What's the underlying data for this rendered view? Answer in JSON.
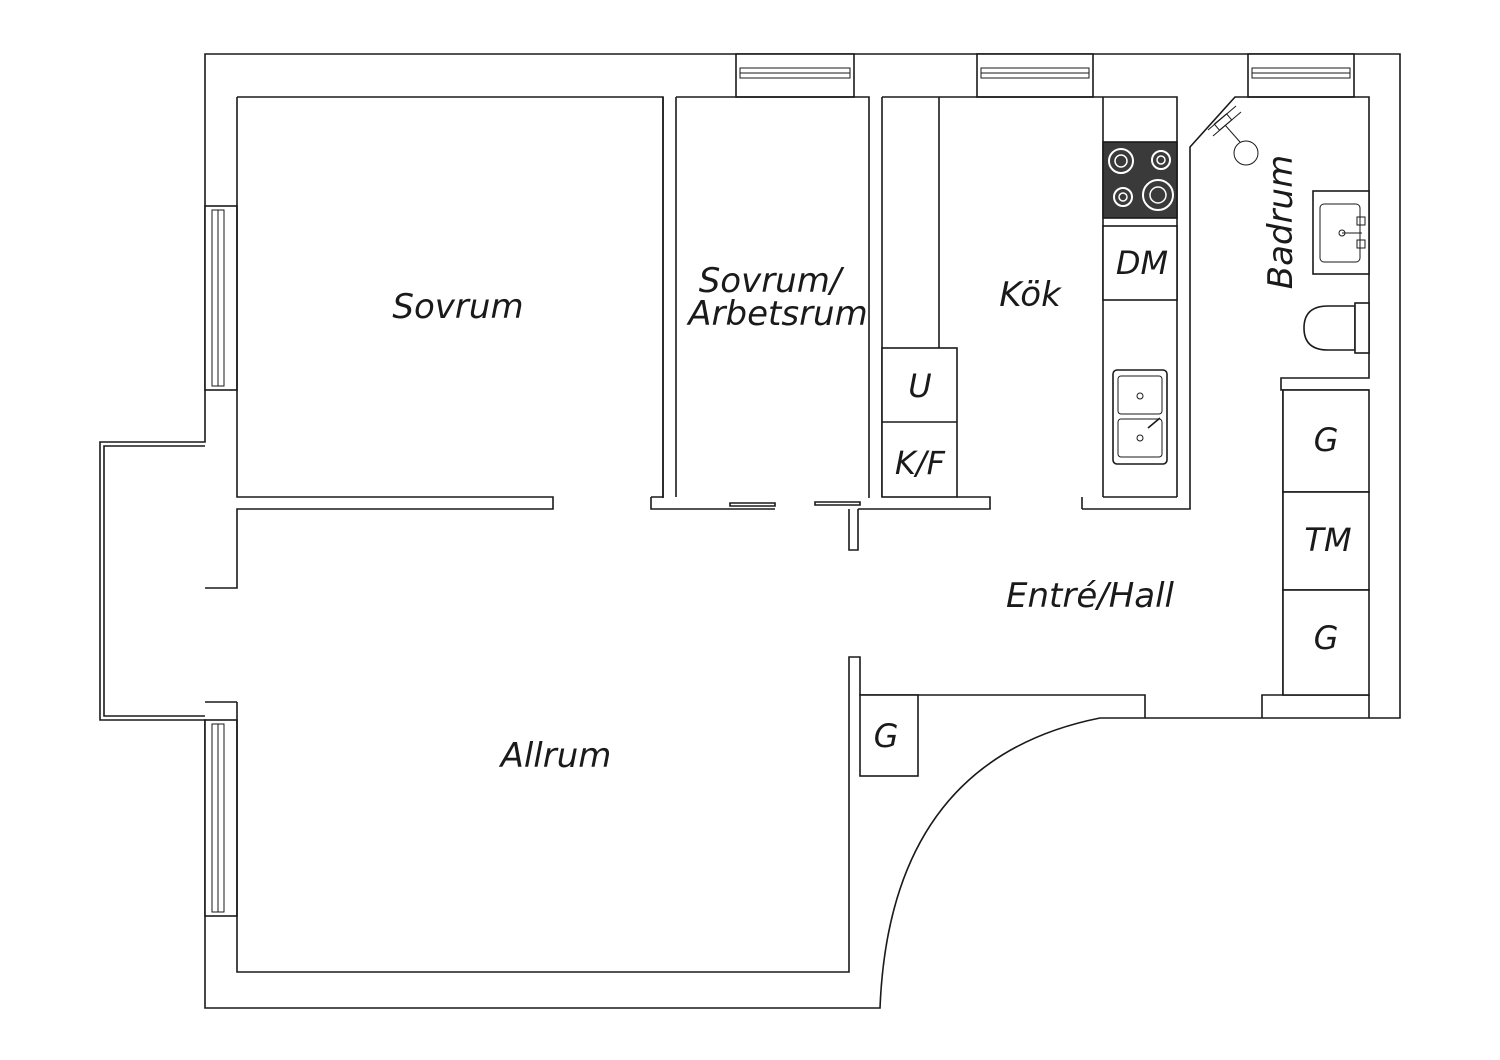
{
  "rooms": {
    "sovrum": "Sovrum",
    "sovrum_arbetsrum_1": "Sovrum/",
    "sovrum_arbetsrum_2": "Arbetsrum",
    "kok": "Kök",
    "badrum": "Badrum",
    "allrum": "Allrum",
    "entre_hall": "Entré/Hall"
  },
  "appliances": {
    "u": "U",
    "kf": "K/F",
    "dm": "DM",
    "g_top": "G",
    "tm": "TM",
    "g_bottom": "G",
    "g_allrum": "G"
  },
  "colors": {
    "line": "#1a1a1a",
    "stove": "#3a3a3a"
  }
}
